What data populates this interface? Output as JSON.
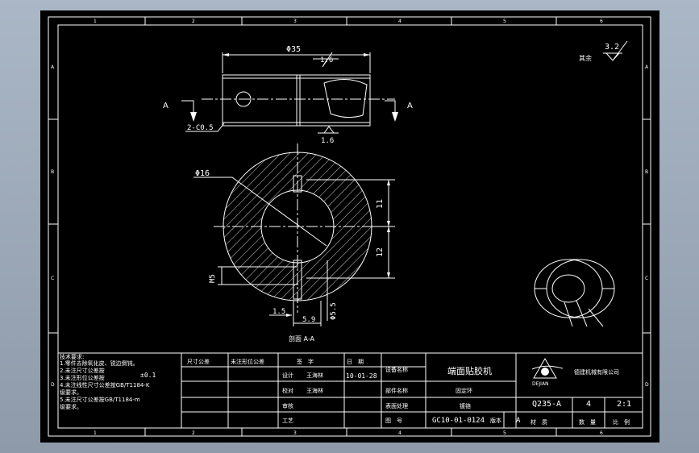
{
  "border": {
    "top_numbers": [
      "1",
      "2",
      "3",
      "4",
      "5",
      "6"
    ],
    "bottom_numbers": [
      "1",
      "2",
      "3",
      "4",
      "5",
      "6"
    ],
    "left_letters": [
      "A",
      "B",
      "C",
      "D"
    ],
    "right_letters": [
      "A",
      "B",
      "C",
      "D"
    ]
  },
  "roughness": {
    "label": "其余",
    "value": "3.2"
  },
  "front_view": {
    "dia35": "Φ35",
    "r16_top": "1.6",
    "r16_bottom": "1.6",
    "chamfer": "2-C0.5",
    "section_mark_left": "A",
    "section_mark_right": "A"
  },
  "section_view": {
    "dia16": "Φ16",
    "l1": "11",
    "l2": "12",
    "m5": "M5",
    "d15": "1.5",
    "d59": "5.9",
    "d55": "Φ5.5",
    "caption": "剖面 A-A"
  },
  "notes": {
    "lines": [
      "技术要求:",
      "1.零件去除氧化皮、锐边倒钝。",
      "2.未注尺寸公差按",
      "3.未注形位公差按",
      "4.未注线性尺寸公差按GB/T1184-K",
      "  级要求。",
      "5.未注尺寸公差按GB/T1184-m",
      "  级要求。"
    ],
    "tol": "±0.1"
  },
  "title_block": {
    "col_a": "尺寸公差",
    "col_b": "未注形位公差",
    "sign_h": "签　字",
    "date_h": "日　期",
    "design": "设计",
    "designer": "王海林",
    "date": "10-01-28",
    "check": "校对",
    "checker": "王海林",
    "audit": "审核",
    "craft": "工艺",
    "equip_label": "设备名称",
    "equip_value": "端面贴胶机",
    "part_label": "部件名称",
    "part_value": "固定环",
    "treat_label": "表面处理",
    "treat_value": "镀铬",
    "drawno_label": "图　号",
    "drawno_value": "GC10-01-0124",
    "ver_label": "版本",
    "ver_value": "A",
    "company": "德建机械有限公司",
    "logo_text": "DEJIAN",
    "mat_label": "材　质",
    "qty_label": "数　量",
    "scale_label": "比　例",
    "mat_value": "Q235-A",
    "qty_value": "4",
    "scale_value": "2:1"
  }
}
